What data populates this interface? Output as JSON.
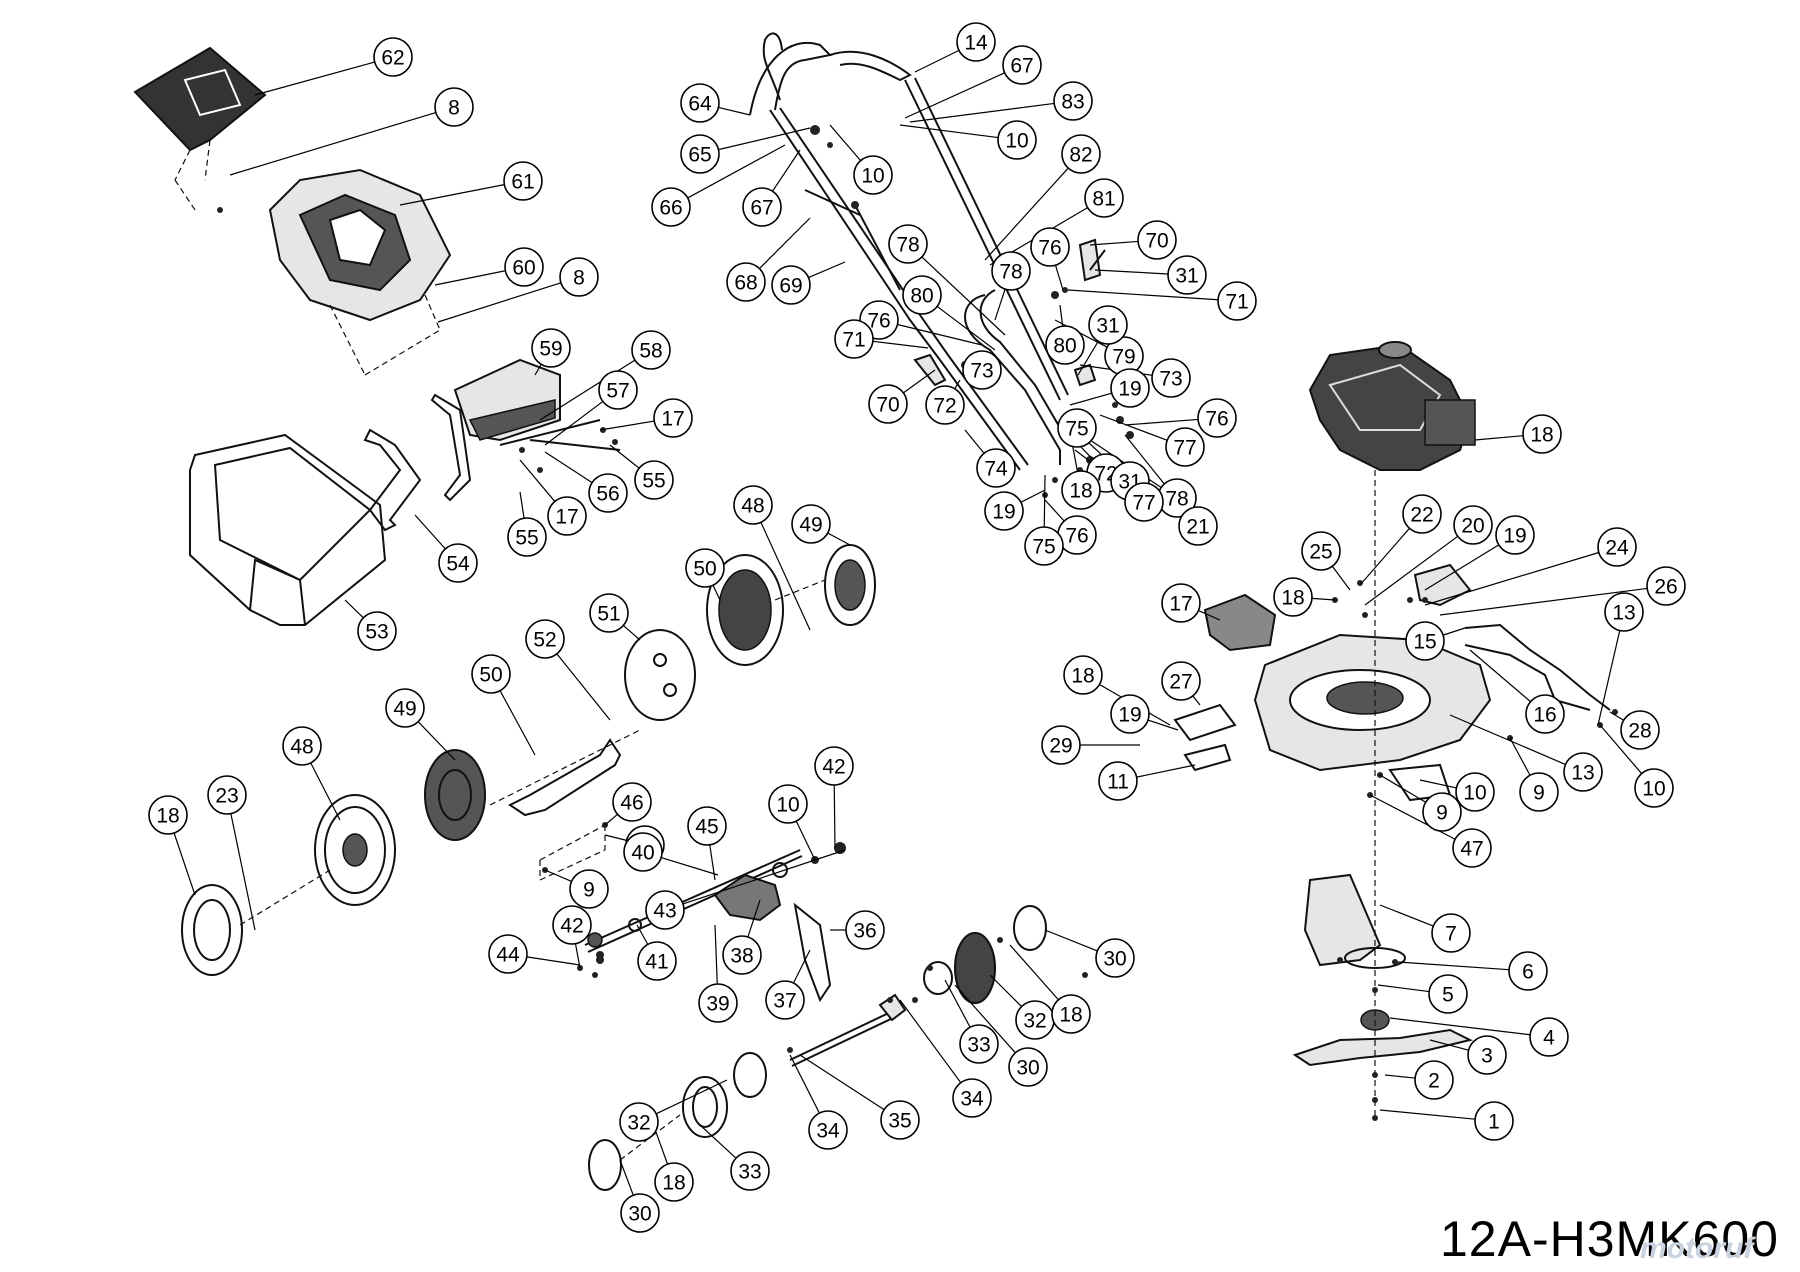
{
  "model_code": "12A-H3MK600",
  "watermark": "motoruf",
  "colors": {
    "line": "#000000",
    "background": "#ffffff",
    "watermark": "#c9d3df"
  },
  "callouts": [
    "62",
    "8",
    "61",
    "60",
    "8",
    "59",
    "58",
    "57",
    "17",
    "55",
    "17",
    "56",
    "55",
    "54",
    "53",
    "64",
    "14",
    "67",
    "83",
    "10",
    "65",
    "66",
    "67",
    "10",
    "82",
    "81",
    "70",
    "76",
    "31",
    "78",
    "78",
    "71",
    "68",
    "69",
    "76",
    "80",
    "73",
    "72",
    "71",
    "80",
    "79",
    "70",
    "31",
    "73",
    "72",
    "19",
    "75",
    "18",
    "76",
    "74",
    "77",
    "78",
    "31",
    "19",
    "76",
    "75",
    "77",
    "21",
    "18",
    "48",
    "49",
    "50",
    "51",
    "52",
    "50",
    "49",
    "48",
    "18",
    "23",
    "22",
    "20",
    "19",
    "24",
    "25",
    "18",
    "26",
    "17",
    "13",
    "15",
    "16",
    "28",
    "18",
    "27",
    "19",
    "29",
    "11",
    "10",
    "9",
    "13",
    "10",
    "9",
    "47",
    "42",
    "10",
    "46",
    "41",
    "45",
    "9",
    "40",
    "43",
    "42",
    "44",
    "41",
    "39",
    "38",
    "37",
    "36",
    "30",
    "7",
    "6",
    "5",
    "32",
    "18",
    "33",
    "34",
    "4",
    "3",
    "2",
    "35",
    "34",
    "1",
    "30",
    "32",
    "33",
    "18",
    "30"
  ]
}
